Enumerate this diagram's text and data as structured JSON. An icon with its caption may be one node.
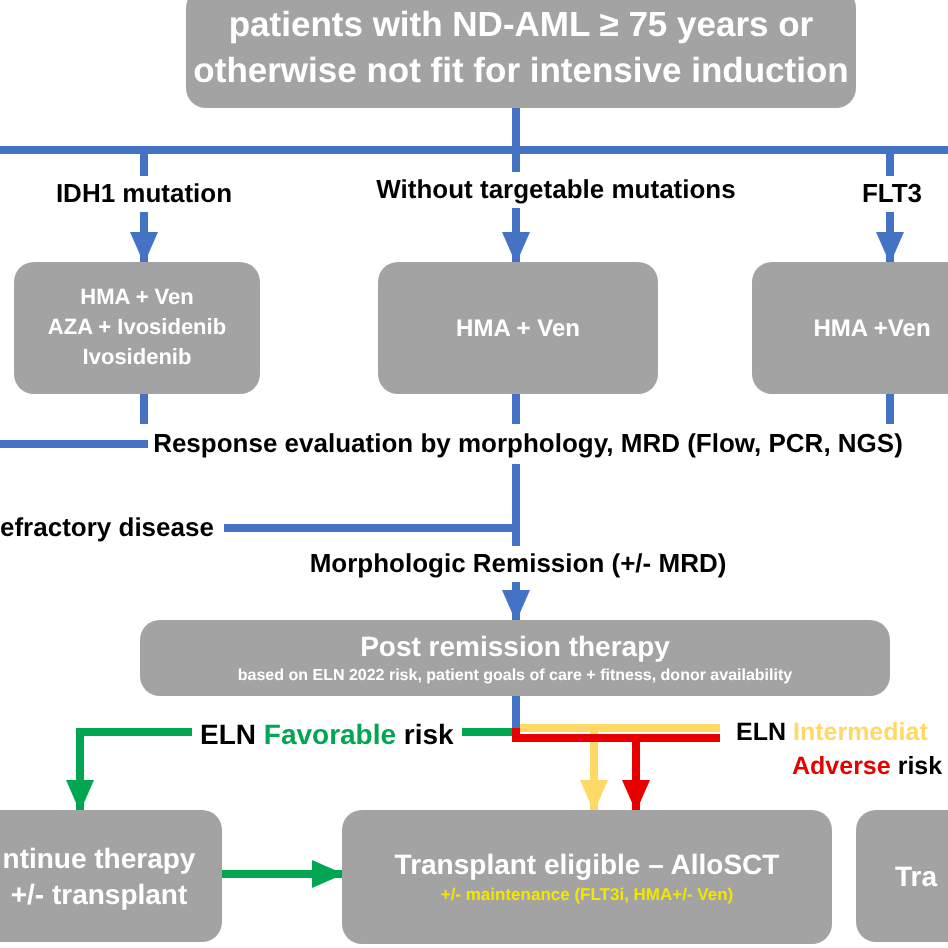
{
  "diagram": {
    "nodes": [
      {
        "text": [
          "patients with ND-AML ≥ 75 years or otherwise not fit for intensive induction"
        ]
      },
      {
        "text": [
          "IDH1 mutation"
        ]
      },
      {
        "text": [
          "Without targetable mutations"
        ]
      },
      {
        "text": [
          "FLT3"
        ]
      },
      {
        "text": [
          "HMA + Ven",
          "AZA + Ivosidenib",
          "Ivosidenib"
        ]
      },
      {
        "text": [
          "HMA + Ven"
        ]
      },
      {
        "text": [
          "HMA +Ven"
        ]
      },
      {
        "text": [
          "Response evaluation by morphology, MRD (Flow, PCR, NGS)"
        ]
      },
      {
        "text": [
          "efractory disease"
        ]
      },
      {
        "text": [
          "Morphologic Remission (+/- MRD)"
        ]
      },
      {
        "text": [
          "Post remission therapy",
          "based on ELN 2022 risk, patient goals of care + fitness, donor availability"
        ]
      },
      {
        "text": [
          "ntinue therapy +/- transplant"
        ]
      },
      {
        "text": [
          "Transplant eligible – AlloSCT",
          "+/- maintenance (FLT3i, HMA+/- Ven)"
        ]
      },
      {
        "text": [
          "Tra"
        ]
      }
    ],
    "edges": [
      {
        "from": 0,
        "to": 1,
        "arrow": "none"
      },
      {
        "from": 0,
        "to": 2,
        "arrow": "none"
      },
      {
        "from": 0,
        "to": 3,
        "arrow": "none"
      },
      {
        "from": 1,
        "to": 4,
        "arrow": "to"
      },
      {
        "from": 2,
        "to": 5,
        "arrow": "to"
      },
      {
        "from": 3,
        "to": 6,
        "arrow": "to"
      },
      {
        "from": 4,
        "to": 7,
        "arrow": "none"
      },
      {
        "from": 5,
        "to": 7,
        "arrow": "none"
      },
      {
        "from": 6,
        "to": 7,
        "arrow": "none"
      },
      {
        "from": null,
        "to": 7,
        "arrow": "none"
      },
      {
        "from": 7,
        "to": 9,
        "arrow": "none"
      },
      {
        "from": 7,
        "to": 8,
        "arrow": "none"
      },
      {
        "from": 9,
        "to": 10,
        "arrow": "to"
      },
      {
        "from": 10,
        "to": 11,
        "arrow": "to",
        "label": "ELN Favorable risk",
        "color": "#00a651"
      },
      {
        "from": 10,
        "to": 12,
        "arrow": "to",
        "color": "#ffd966"
      },
      {
        "from": 10,
        "to": 12,
        "arrow": "to",
        "color": "#e60000"
      },
      {
        "from": 11,
        "to": 12,
        "arrow": "to",
        "color": "#00a651"
      },
      {
        "from": 10,
        "to": null,
        "arrow": "none",
        "color": "#ffd966"
      },
      {
        "from": 10,
        "to": null,
        "arrow": "none",
        "color": "#e60000"
      }
    ],
    "labels": [
      "ELN Intermediat",
      "Adverse risk"
    ]
  }
}
